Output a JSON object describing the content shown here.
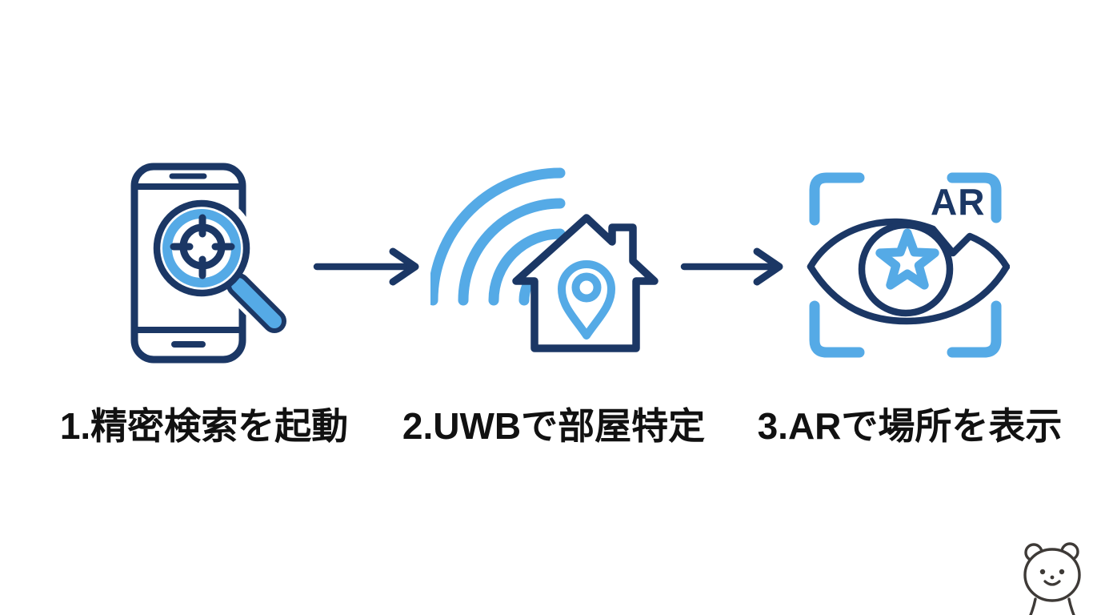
{
  "slide": {
    "type": "process-diagram",
    "background": "#ffffff",
    "colors": {
      "navy": "#1b3765",
      "light_blue": "#55aae6",
      "label_text": "#111111",
      "mascot_line": "#3e3a37"
    },
    "steps": [
      {
        "id": 1,
        "label": "1.精密検索を起動",
        "icon": "smartphone-precision-search-icon"
      },
      {
        "id": 2,
        "label": "2.UWBで部屋特定",
        "icon": "uwb-signal-house-icon"
      },
      {
        "id": 3,
        "label": "3.ARで場所を表示",
        "icon": "ar-eye-scan-icon",
        "overlay_text": "AR"
      }
    ],
    "arrows": [
      "arrow-right-1",
      "arrow-right-2"
    ],
    "mascot": "bear-mascot"
  }
}
